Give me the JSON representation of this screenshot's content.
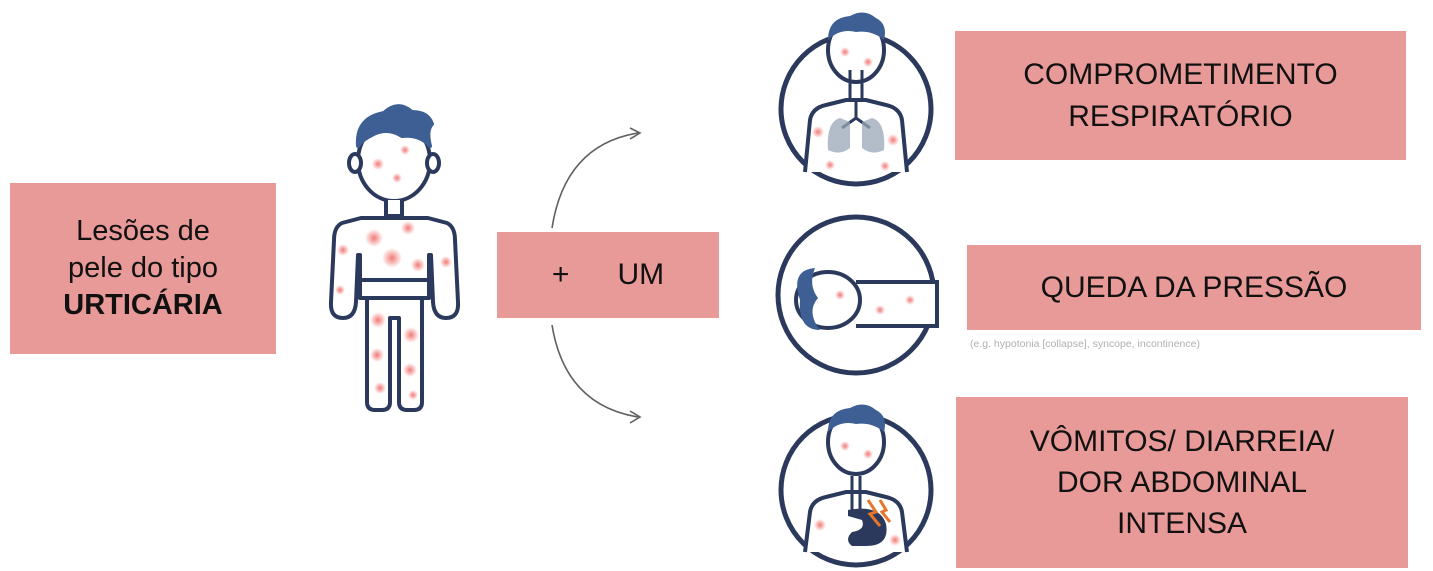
{
  "left_box": {
    "line1": "Lesões de",
    "line2": "pele do tipo",
    "line3": "URTICÁRIA"
  },
  "center_box": {
    "plus": "+",
    "label": "UM"
  },
  "outcomes": {
    "respiratory": {
      "line1": "COMPROMETIMENTO",
      "line2": "RESPIRATÓRIO"
    },
    "pressure": {
      "label": "QUEDA DA PRESSÃO",
      "note": "(e.g. hypotonia [collapse], syncope, incontinence)"
    },
    "gastro": {
      "line1": "VÔMITOS/ DIARREIA/",
      "line2": "DOR ABDOMINAL",
      "line3": "INTENSA"
    }
  },
  "colors": {
    "box_fill": "#e89a98",
    "icon_navy": "#2b3a5c",
    "hair_blue": "#3e5f93",
    "rash_red": "#f0736f",
    "lungs_gray": "#9aa7b8"
  }
}
